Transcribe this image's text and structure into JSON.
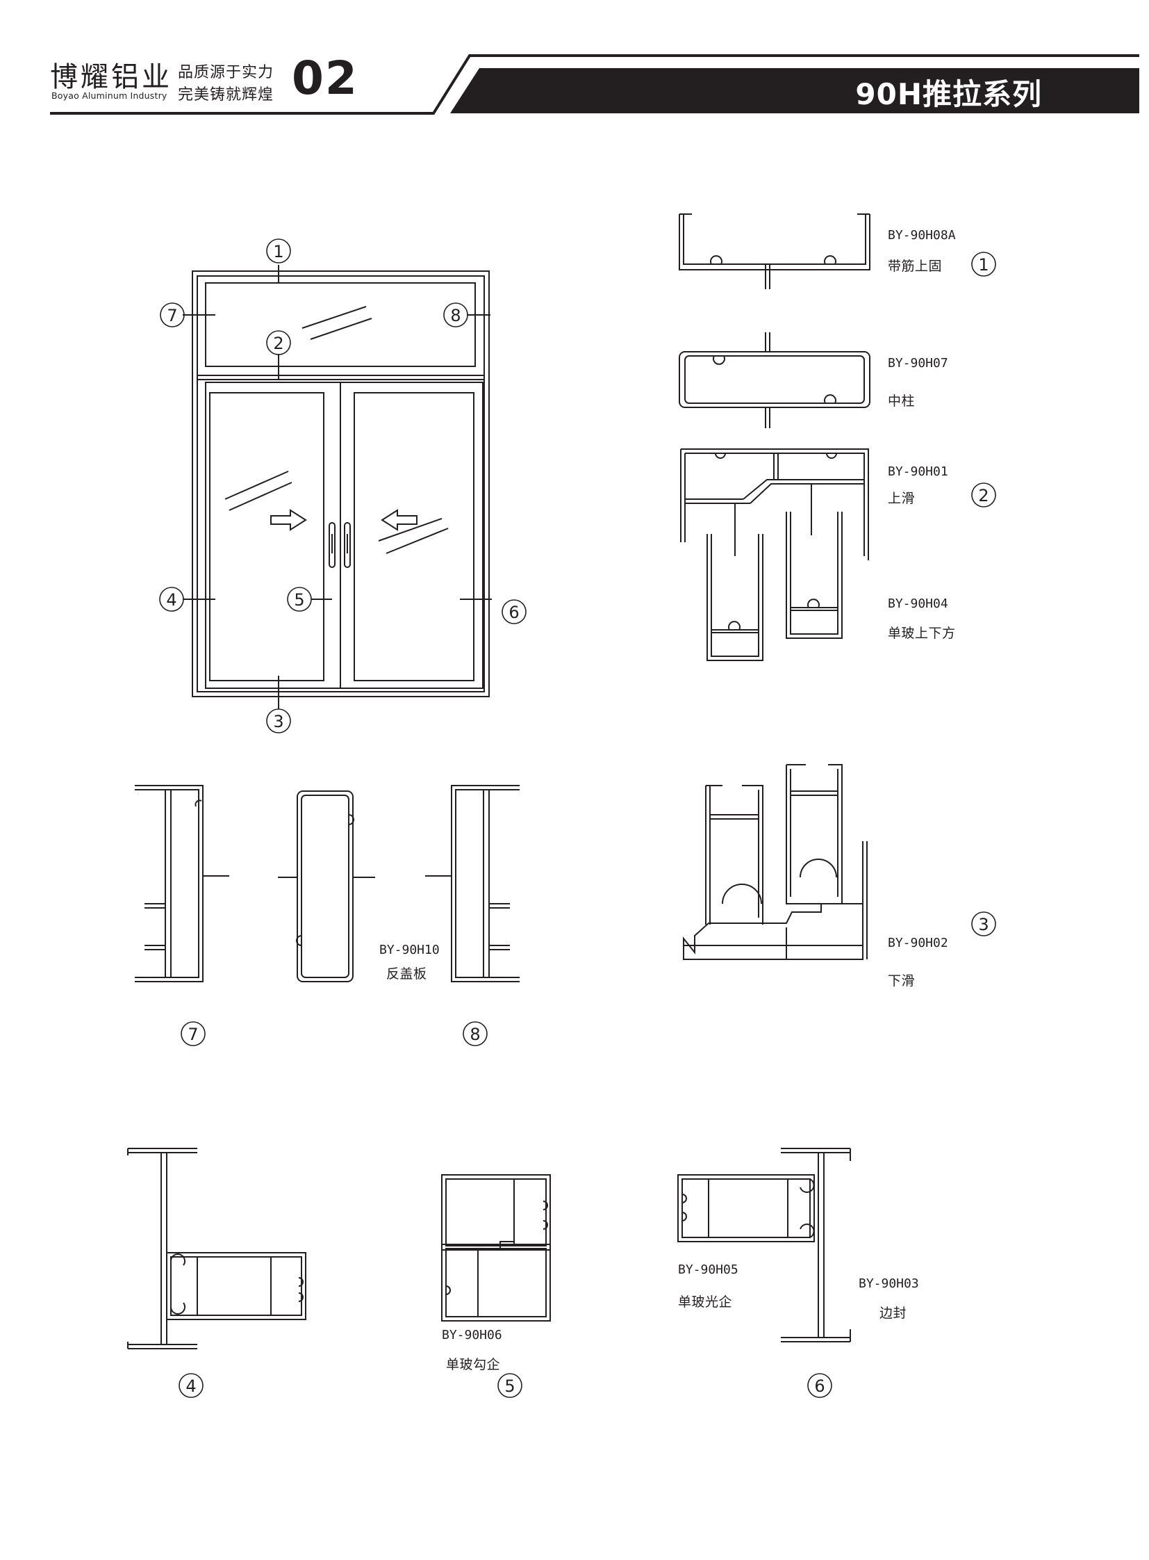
{
  "header": {
    "brand_cn": "博耀铝业",
    "brand_en": "Boyao Aluminum Industry",
    "slogan_line1": "品质源于实力",
    "slogan_line2": "完美铸就辉煌",
    "page_number": "02",
    "series_title": "90H推拉系列"
  },
  "callouts": [
    "1",
    "2",
    "3",
    "4",
    "5",
    "6",
    "7",
    "8"
  ],
  "profiles": [
    {
      "code": "BY-90H08A",
      "name": "带筋上固",
      "callout": "1"
    },
    {
      "code": "BY-90H07",
      "name": "中柱"
    },
    {
      "code": "BY-90H01",
      "name": "上滑",
      "callout": "2"
    },
    {
      "code": "BY-90H04",
      "name": "单玻上下方"
    },
    {
      "code": "BY-90H02",
      "name": "下滑",
      "callout": "3"
    },
    {
      "code": "BY-90H10",
      "name": "反盖板"
    },
    {
      "code": "BY-90H06",
      "name": "单玻勾企"
    },
    {
      "code": "BY-90H05",
      "name": "单玻光企"
    },
    {
      "code": "BY-90H03",
      "name": "边封"
    }
  ],
  "colors": {
    "ink": "#231f20",
    "header_bar": "#231f20",
    "paper": "#ffffff"
  }
}
